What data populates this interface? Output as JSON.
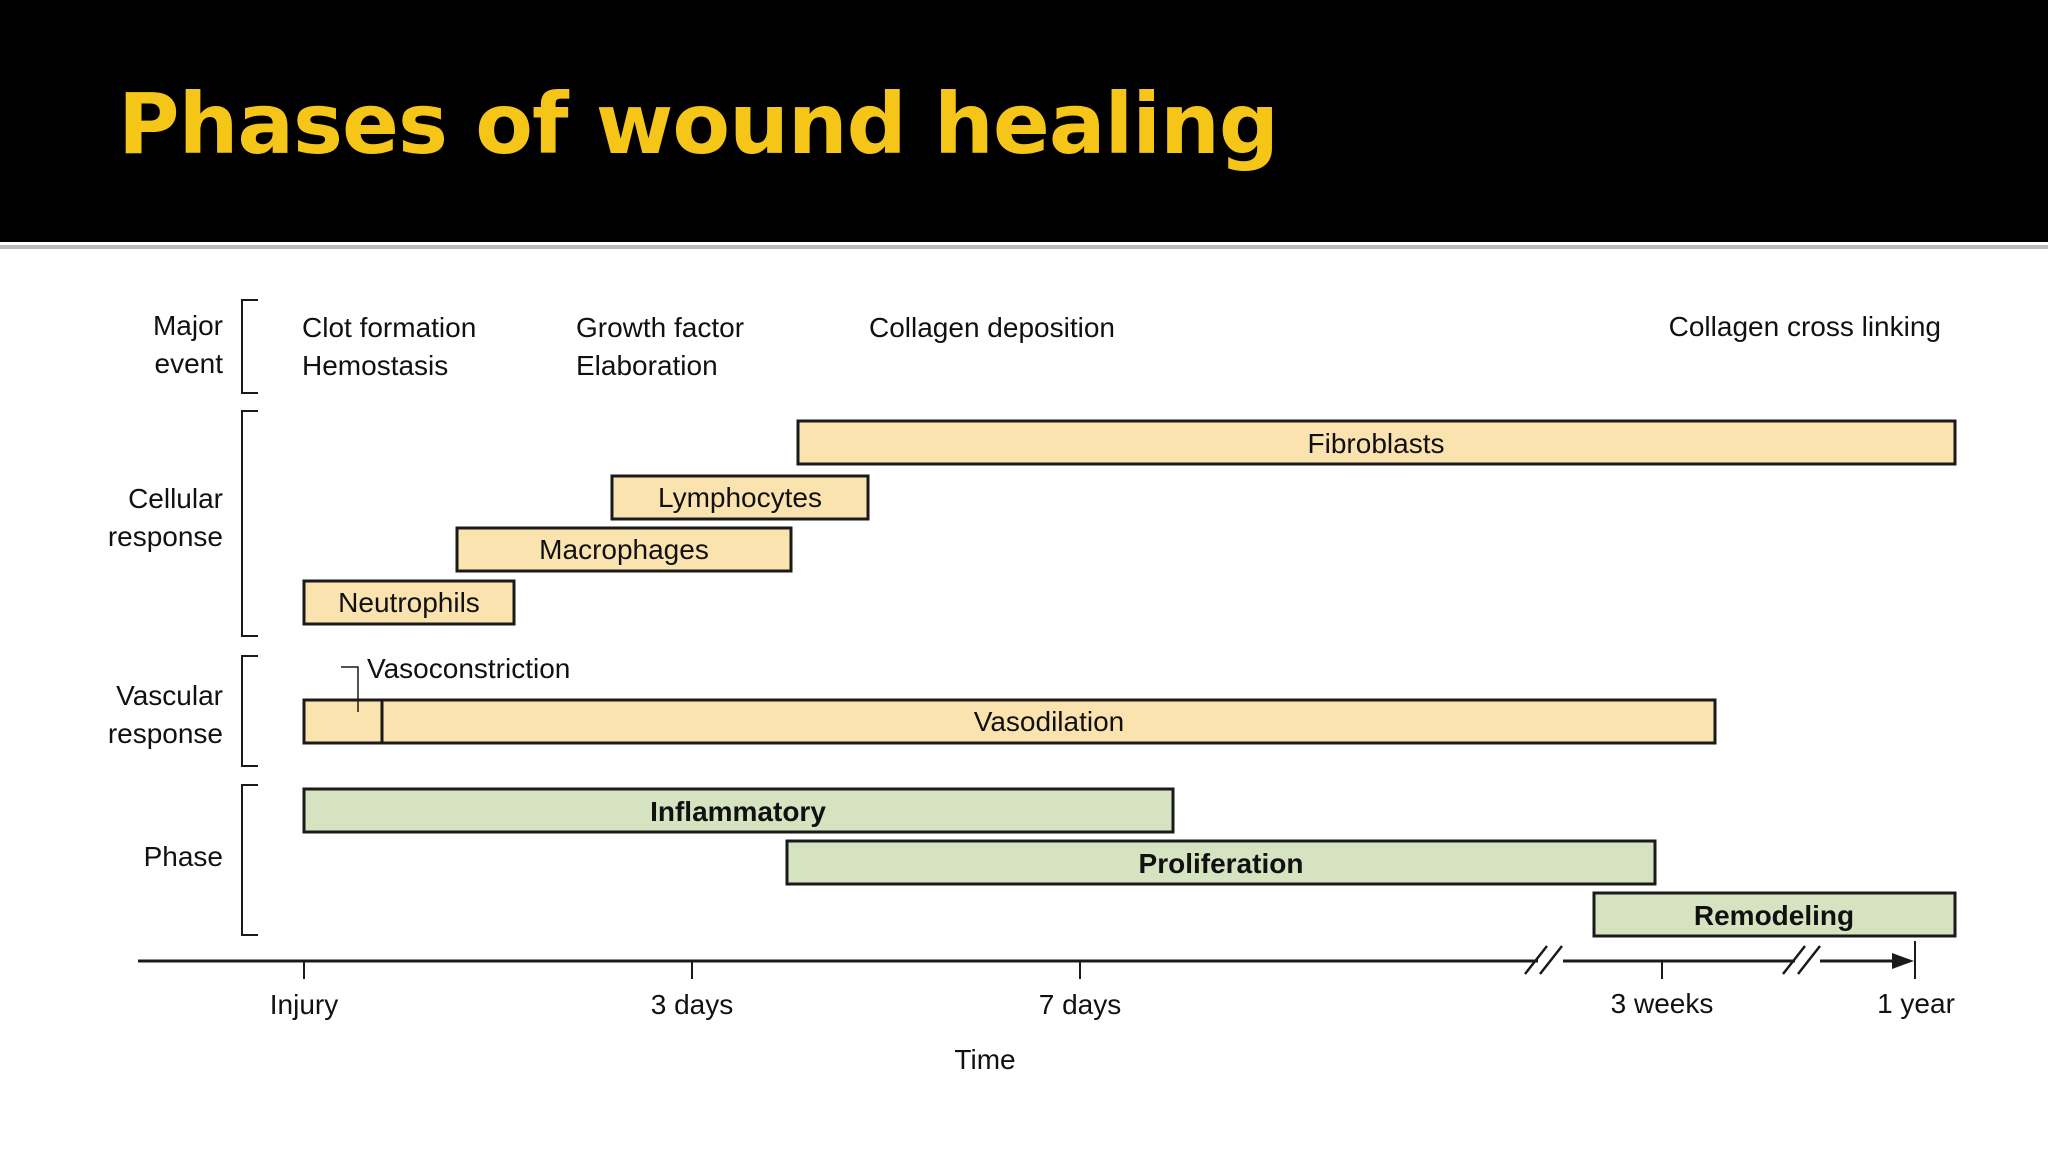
{
  "title": "Phases of wound healing",
  "colors": {
    "header_bg": "#000000",
    "title": "#f5c518",
    "cell_bar": "#fbe3b0",
    "phase_bar": "#d6e3c0",
    "outline": "#1a1a1a"
  },
  "row_labels": {
    "major_event": [
      "Major",
      "event"
    ],
    "cellular": [
      "Cellular",
      "response"
    ],
    "vascular": [
      "Vascular",
      "response"
    ],
    "phase": [
      "Phase"
    ]
  },
  "major_events": [
    {
      "lines": [
        "Clot formation",
        "Hemostasis"
      ]
    },
    {
      "lines": [
        "Growth factor",
        "Elaboration"
      ]
    },
    {
      "lines": [
        "Collagen deposition"
      ]
    },
    {
      "lines": [
        "Collagen cross linking"
      ]
    }
  ],
  "cellular_bars": [
    "Fibroblasts",
    "Lymphocytes",
    "Macrophages",
    "Neutrophils"
  ],
  "vascular": {
    "constriction_label": "Vasoconstriction",
    "dilation_label": "Vasodilation"
  },
  "phase_bars": [
    "Inflammatory",
    "Proliferation",
    "Remodeling"
  ],
  "axis": {
    "ticks": [
      "Injury",
      "3 days",
      "7 days",
      "3 weeks",
      "1 year"
    ],
    "label": "Time"
  }
}
